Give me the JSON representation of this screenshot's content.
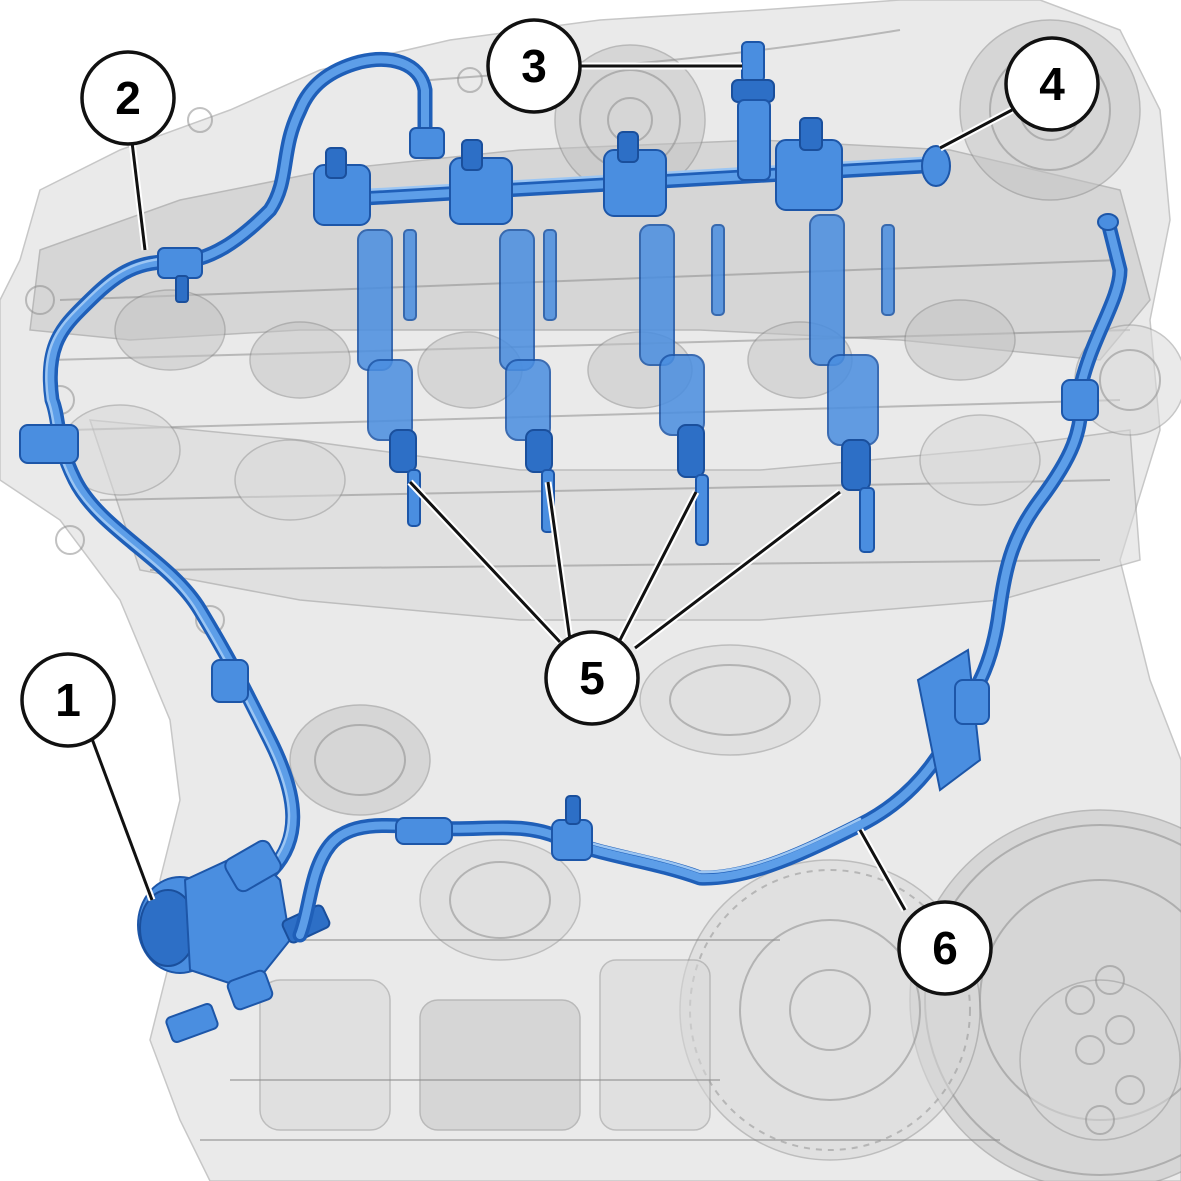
{
  "figure": {
    "callouts": [
      {
        "id": "1",
        "label": "1"
      },
      {
        "id": "2",
        "label": "2"
      },
      {
        "id": "3",
        "label": "3"
      },
      {
        "id": "4",
        "label": "4"
      },
      {
        "id": "5",
        "label": "5"
      },
      {
        "id": "6",
        "label": "6"
      }
    ],
    "colors": {
      "highlight_blue": "#4a8ee0",
      "highlight_blue_dark": "#1f5fb8",
      "engine_gray": "#d9d9d9",
      "callout_stroke": "#111111"
    }
  }
}
